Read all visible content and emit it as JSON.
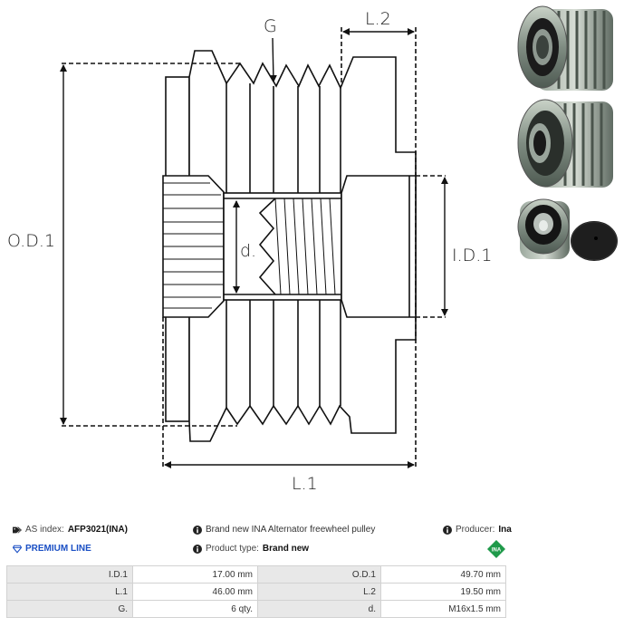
{
  "diagram": {
    "labels": {
      "od1": "O.D.1",
      "id1": "I.D.1",
      "l1": "L.1",
      "l2": "L.2",
      "g": "G",
      "d": "d."
    }
  },
  "photos": [
    {
      "name": "pulley-front-view"
    },
    {
      "name": "pulley-back-view"
    },
    {
      "name": "pulley-with-cap"
    }
  ],
  "info": {
    "as_index_label": "AS index:",
    "as_index_value": "AFP3021(INA)",
    "premium_line": "PREMIUM LINE",
    "description": "Brand new INA Alternator freewheel pulley",
    "product_type_label": "Product type:",
    "product_type_value": "Brand new",
    "producer_label": "Producer:",
    "producer_value": "Ina",
    "producer_logo_text": "INA",
    "colors": {
      "premium": "#1a4fc4",
      "ina_green": "#1f9a4a"
    }
  },
  "specs": {
    "rows": [
      {
        "label1": "I.D.1",
        "value1": "17.00 mm",
        "label2": "O.D.1",
        "value2": "49.70 mm"
      },
      {
        "label1": "L.1",
        "value1": "46.00 mm",
        "label2": "L.2",
        "value2": "19.50 mm"
      },
      {
        "label1": "G.",
        "value1": "6 qty.",
        "label2": "d.",
        "value2": "M16x1.5 mm"
      }
    ]
  }
}
